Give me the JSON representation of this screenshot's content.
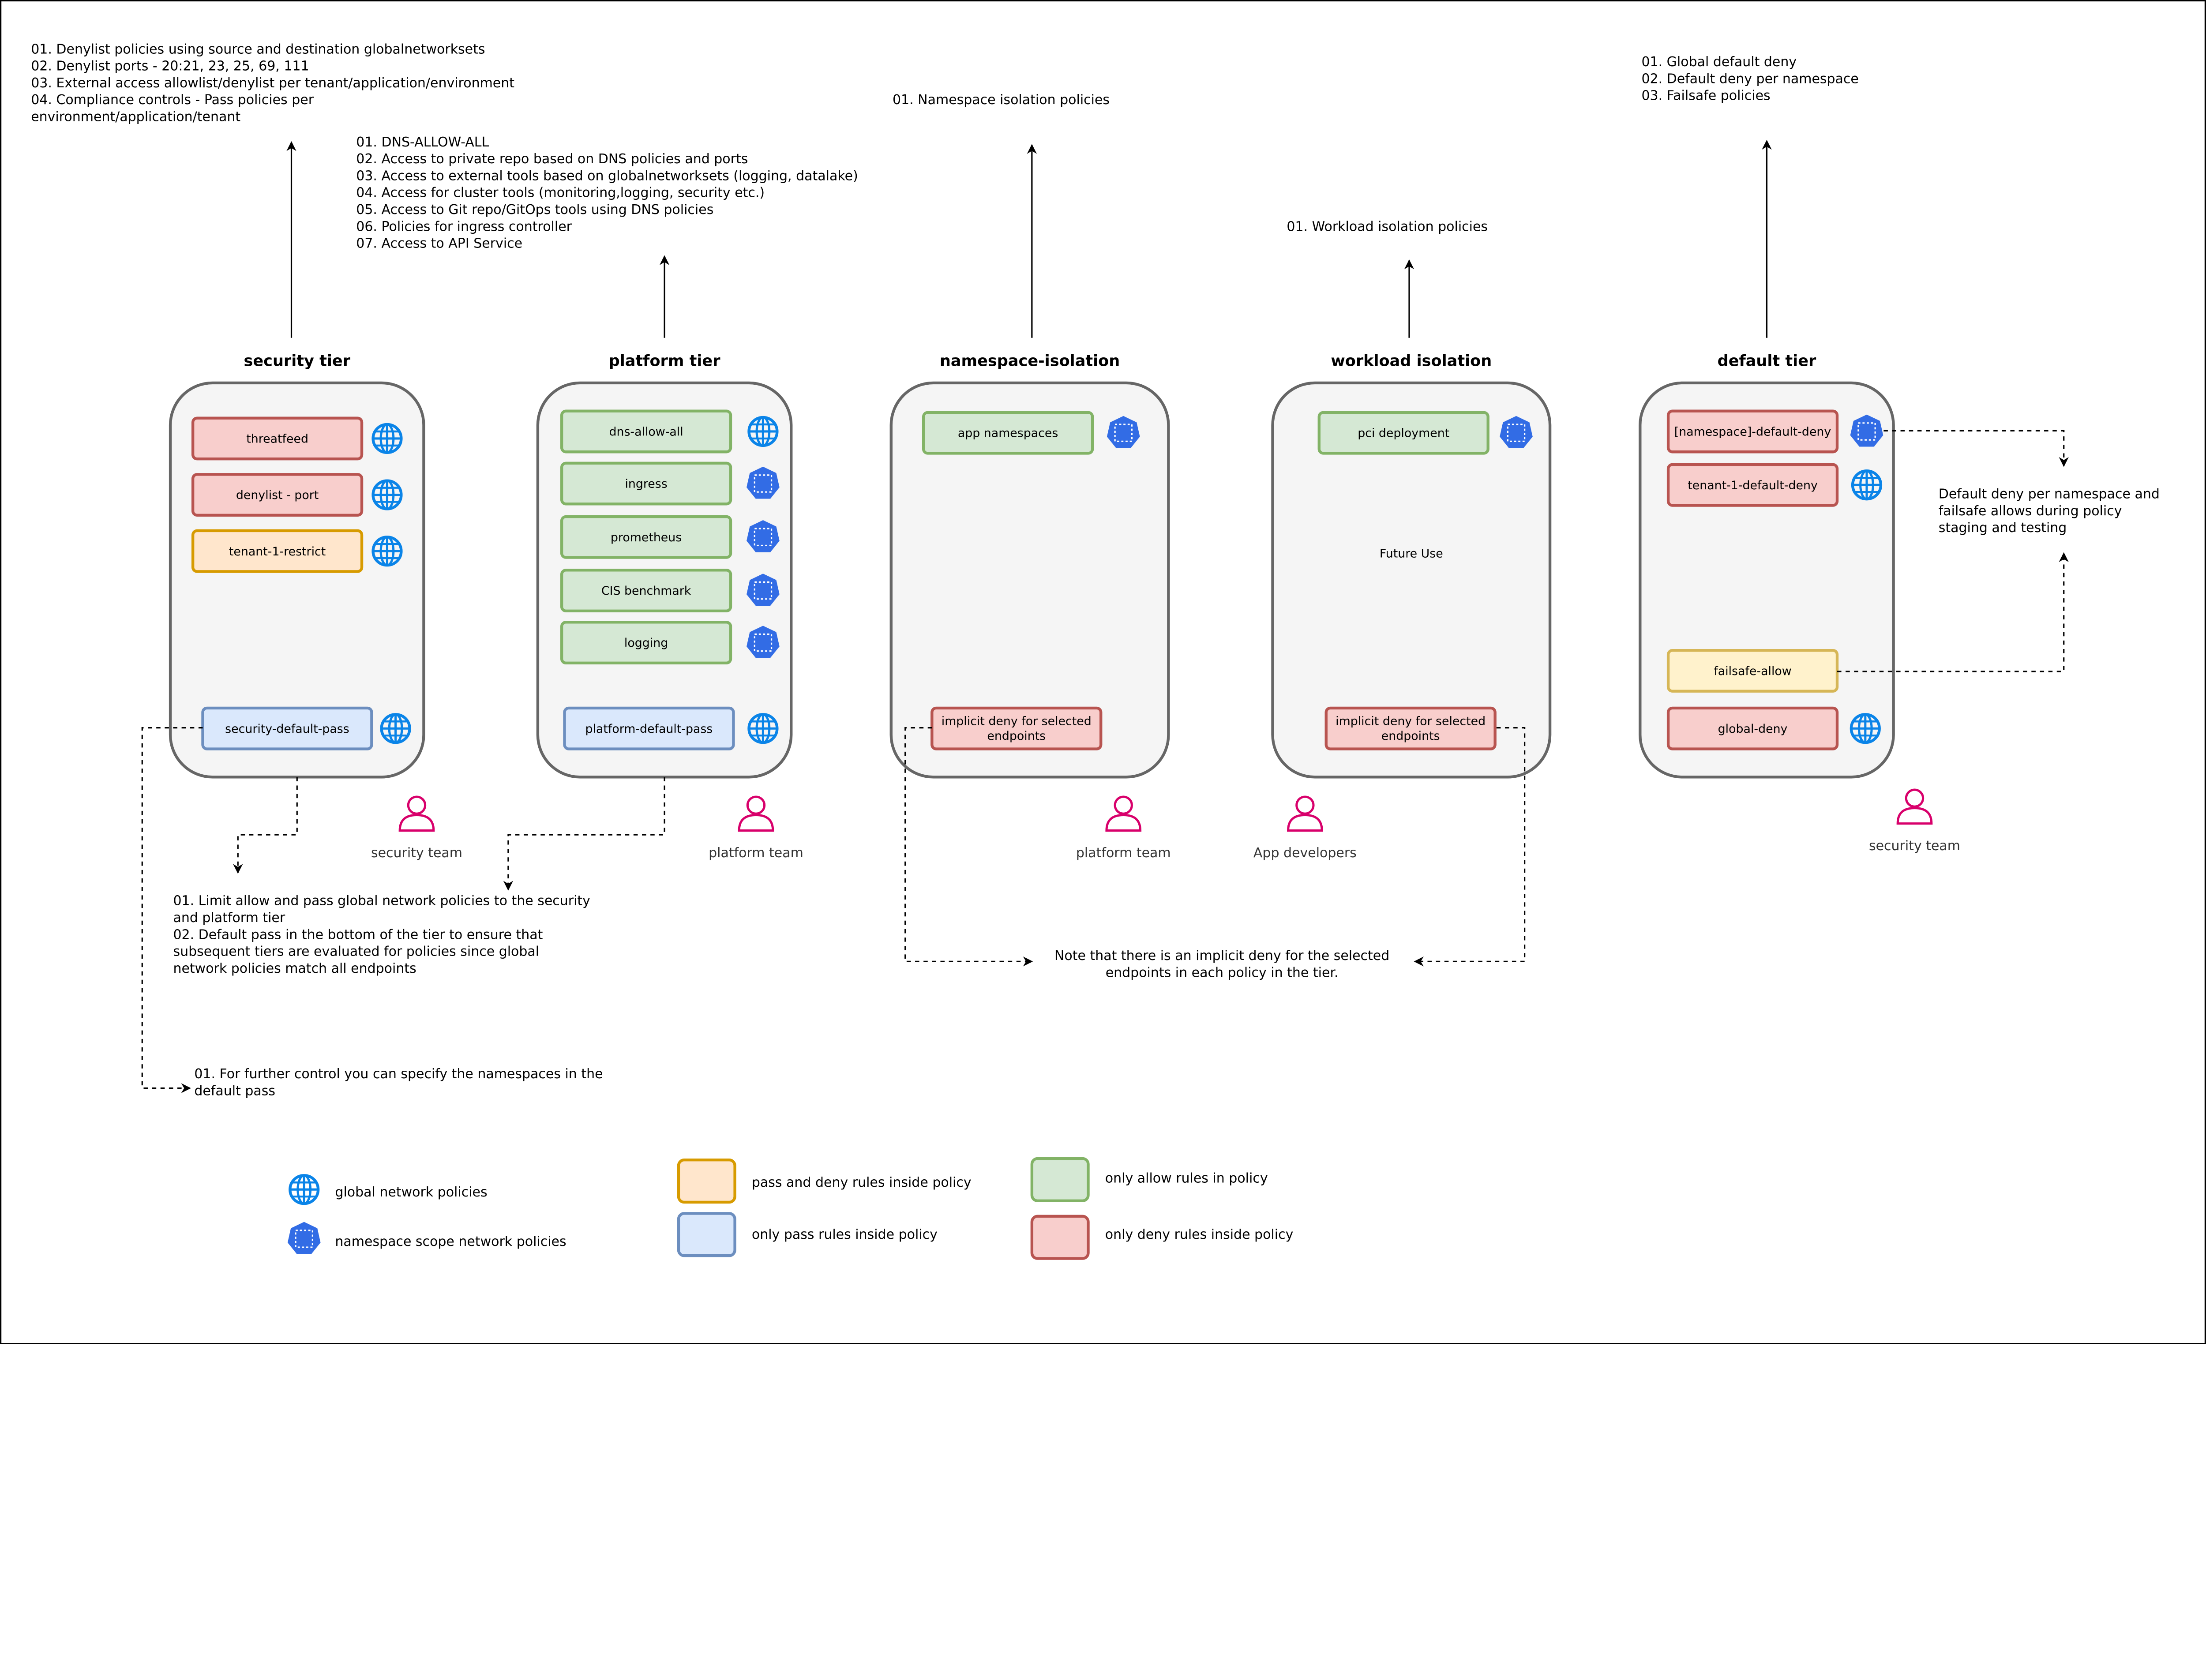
{
  "colors": {
    "deny": {
      "fill": "#f8cecc",
      "stroke": "#b85450"
    },
    "allow": {
      "fill": "#d5e8d4",
      "stroke": "#82b366"
    },
    "pass": {
      "fill": "#dae8fc",
      "stroke": "#6c8ebf"
    },
    "passdeny": {
      "fill": "#ffe6cc",
      "stroke": "#d79b00"
    },
    "failsafe": {
      "fill": "#fff2cc",
      "stroke": "#d6b656"
    },
    "tier_fill": "#f5f5f5",
    "tier_stroke": "#666666",
    "globe": "#0a84e8",
    "k8s": "#326ce5",
    "person": "#d8006b"
  },
  "tiers": [
    {
      "title": "security tier",
      "policies": [
        {
          "label": "threatfeed",
          "kind": "deny",
          "icon": "globe-icon"
        },
        {
          "label": "denylist - port",
          "kind": "deny",
          "icon": "globe-icon"
        },
        {
          "label": "tenant-1-restrict",
          "kind": "passdeny",
          "icon": "globe-icon"
        },
        {
          "label": "security-default-pass",
          "kind": "pass",
          "icon": "globe-icon"
        }
      ]
    },
    {
      "title": "platform tier",
      "policies": [
        {
          "label": "dns-allow-all",
          "kind": "allow",
          "icon": "globe-icon"
        },
        {
          "label": "ingress",
          "kind": "allow",
          "icon": "kubernetes-namespace-icon"
        },
        {
          "label": "prometheus",
          "kind": "allow",
          "icon": "kubernetes-namespace-icon"
        },
        {
          "label": "CIS benchmark",
          "kind": "allow",
          "icon": "kubernetes-namespace-icon"
        },
        {
          "label": "logging",
          "kind": "allow",
          "icon": "kubernetes-namespace-icon"
        },
        {
          "label": "platform-default-pass",
          "kind": "pass",
          "icon": "globe-icon"
        }
      ]
    },
    {
      "title": "namespace-isolation",
      "policies": [
        {
          "label": "app namespaces",
          "kind": "allow",
          "icon": "kubernetes-namespace-icon"
        },
        {
          "label": [
            "implicit deny for selected",
            "endpoints"
          ],
          "kind": "deny",
          "icon": ""
        }
      ]
    },
    {
      "title": "workload isolation",
      "center_text": "Future Use",
      "policies": [
        {
          "label": "pci deployment",
          "kind": "allow",
          "icon": "kubernetes-namespace-icon"
        },
        {
          "label": [
            "implicit deny for selected",
            "endpoints"
          ],
          "kind": "deny",
          "icon": ""
        }
      ]
    },
    {
      "title": "default tier",
      "policies": [
        {
          "label": "[namespace]-default-deny",
          "kind": "deny",
          "icon": "kubernetes-namespace-icon"
        },
        {
          "label": "tenant-1-default-deny",
          "kind": "deny",
          "icon": "globe-icon"
        },
        {
          "label": "failsafe-allow",
          "kind": "failsafe",
          "icon": ""
        },
        {
          "label": "global-deny",
          "kind": "deny",
          "icon": "globe-icon"
        }
      ]
    }
  ],
  "notes": {
    "security": [
      "01. Denylist policies using source and destination globalnetworksets",
      "02. Denylist ports - 20:21, 23, 25, 69, 111",
      "03. External access allowlist/denylist per tenant/application/environment",
      "04. Compliance controls - Pass policies per",
      "environment/application/tenant"
    ],
    "platform": [
      "01. DNS-ALLOW-ALL",
      "02. Access to private repo based on DNS policies and ports",
      "03. Access to external tools based on globalnetworksets (logging, datalake)",
      "04. Access for cluster tools (monitoring,logging, security etc.)",
      "05. Access to Git repo/GitOps tools using DNS policies",
      "06. Policies for ingress controller",
      "07. Access to API Service"
    ],
    "namespace": [
      "01. Namespace isolation policies"
    ],
    "workload": [
      "01. Workload isolation policies"
    ],
    "default": [
      "01. Global default deny",
      "02. Default deny per namespace",
      "03. Failsafe policies"
    ],
    "pass_note": [
      "01. Limit allow and pass global network policies to the security",
      "and platform tier",
      "02. Default pass in the bottom of the tier to ensure that",
      "subsequent tiers are evaluated for policies since global",
      "network policies match all endpoints"
    ],
    "namespace_control": [
      "01. For further control you can specify the namespaces in the",
      "default pass"
    ],
    "implicit_deny": [
      "Note that there is an implicit deny for the selected",
      "endpoints in each policy in the tier."
    ],
    "default_deny": [
      "Default deny per namespace and",
      "failsafe allows during policy",
      "staging and testing"
    ]
  },
  "people": [
    "security team",
    "platform team",
    "platform team",
    "App developers",
    "security team"
  ],
  "legend": {
    "globe": "global network policies",
    "k8s": "namespace scope network policies",
    "passdeny": "pass and deny rules inside policy",
    "pass": "only pass rules inside policy",
    "allow": "only allow rules in policy",
    "deny": "only deny rules inside policy"
  }
}
